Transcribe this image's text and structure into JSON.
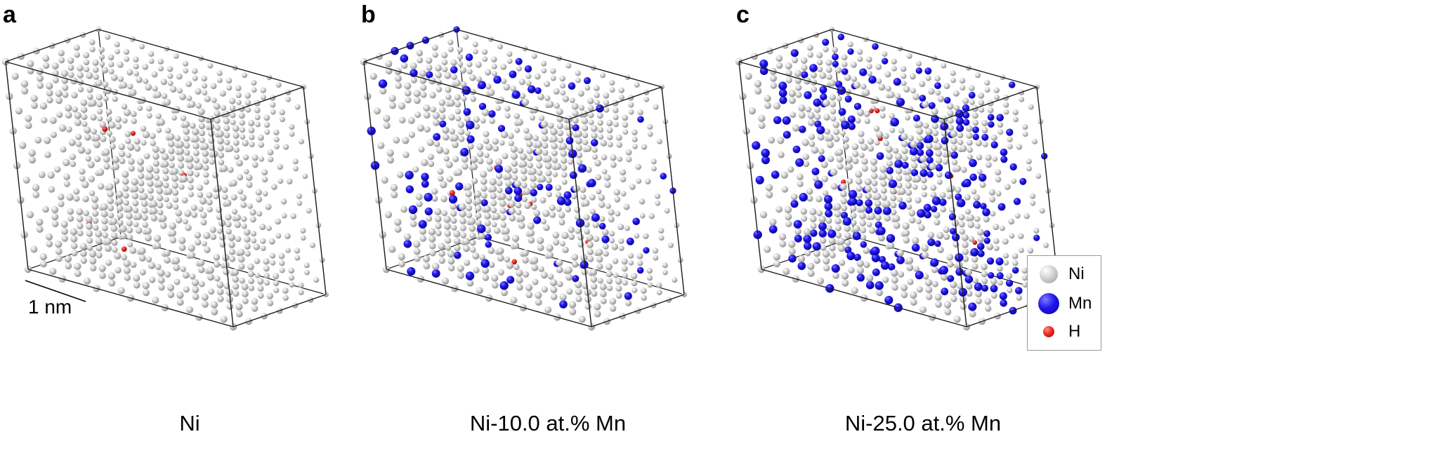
{
  "panels": [
    {
      "letter": "a",
      "caption": "Ni",
      "mn_fraction": 0.0,
      "h_count": 5
    },
    {
      "letter": "b",
      "caption": "Ni-10.0 at.% Mn",
      "mn_fraction": 0.1,
      "h_count": 7
    },
    {
      "letter": "c",
      "caption": "Ni-25.0 at.% Mn",
      "mn_fraction": 0.25,
      "h_count": 7
    }
  ],
  "scale_bar": {
    "label": "1 nm"
  },
  "legend": {
    "items": [
      {
        "label": "Ni",
        "color": "#c4c4c4"
      },
      {
        "label": "Mn",
        "color": "#1a10e8"
      },
      {
        "label": "H",
        "color": "#e8231c"
      }
    ]
  },
  "colors": {
    "ni": "#c4c4c4",
    "mn": "#1a10e8",
    "h": "#e8231c",
    "edge": "#1a1a1a"
  }
}
